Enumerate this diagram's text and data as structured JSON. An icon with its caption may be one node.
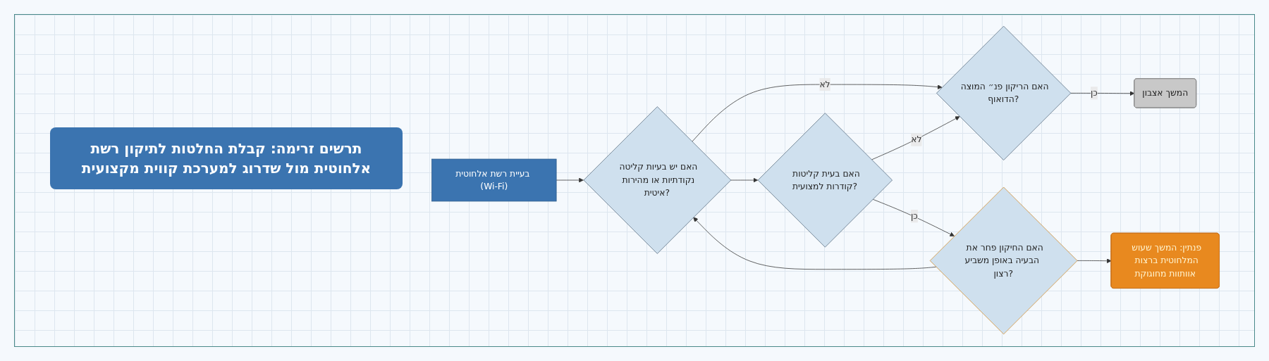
{
  "diagram": {
    "title": "תרשים זרימה: קבלת החלטות לתיקון רשת אלחוטית מול שדרוג למערכת קווית מקצועית",
    "nodes": [
      {
        "text": [
          "בעיית רשת אלחוטית (Wi-Fi)"
        ]
      },
      {
        "text": [
          "האם יש בעיות קליטה נקודתיות או מהירות איטית?"
        ]
      },
      {
        "text": [
          "האם הריקון פנ״ המוצה הדואוף?"
        ]
      },
      {
        "text": [
          "המשך אצבון"
        ]
      },
      {
        "text": [
          "האם בעית קליטות קודרות למצועית?"
        ]
      },
      {
        "text": [
          "האם החיקון פחר את הבעיה באופן משביע רצון?"
        ]
      },
      {
        "text": [
          "פנתין: המשך שעוש המלחוטית ברצות אוותוות מחוגוקת"
        ]
      }
    ],
    "edges": [
      {
        "from": 0,
        "to": 1,
        "arrow": "to"
      },
      {
        "from": 1,
        "to": 2,
        "label": "לא",
        "arrow": "to"
      },
      {
        "from": 2,
        "to": 3,
        "label": "כן",
        "arrow": "to"
      },
      {
        "from": 1,
        "to": 4,
        "arrow": "to"
      },
      {
        "from": 4,
        "to": 2,
        "label": "לא",
        "arrow": "to"
      },
      {
        "from": 4,
        "to": 5,
        "label": "כן",
        "arrow": "to"
      },
      {
        "from": 5,
        "to": 1,
        "arrow": "to"
      },
      {
        "from": 5,
        "to": 6,
        "arrow": "to"
      }
    ]
  }
}
